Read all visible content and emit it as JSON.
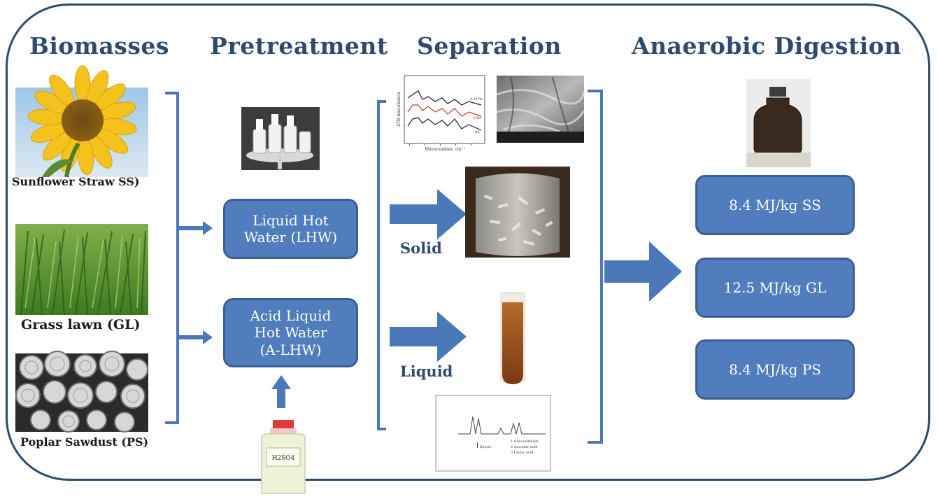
{
  "headings": {
    "biomasses": "Biomasses",
    "pretreatment": "Pretreatment",
    "separation": "Separation",
    "anaerobic_digestion": "Anaerobic Digestion"
  },
  "biomasses": [
    {
      "label": "Sunflower Straw SS)"
    },
    {
      "label": "Grass lawn (GL)"
    },
    {
      "label": "Poplar Sawdust (PS)"
    }
  ],
  "pretreatments": [
    {
      "label": "Liquid Hot\nWater (LHW)"
    },
    {
      "label": "Acid Liquid\nHot Water\n(A-LHW)"
    }
  ],
  "acid_bottle_label": "H2SO4",
  "phases": {
    "solid": "Solid",
    "liquid": "Liquid"
  },
  "plot_labels": {
    "ftir_axis": "Wavenumber, cm⁻¹",
    "ftir_yaxis": "ATR Absorbance",
    "ftir_series": [
      "A-LHW",
      "LHW",
      "SS"
    ],
    "hplc_peaks": [
      "1 Glucosidation",
      "2 Succinic acid",
      "3 Lactic acid"
    ],
    "hplc_marker": "Xylose"
  },
  "results": [
    {
      "label": "8.4 MJ/kg SS"
    },
    {
      "label": "12.5 MJ/kg GL"
    },
    {
      "label": "8.4 MJ/kg PS"
    }
  ],
  "colors": {
    "frame": "#2b4a6e",
    "heading": "#2f4a6e",
    "box_fill": "#4f7dbd",
    "box_border": "#3a5f92",
    "arrow": "#4a78b8"
  }
}
